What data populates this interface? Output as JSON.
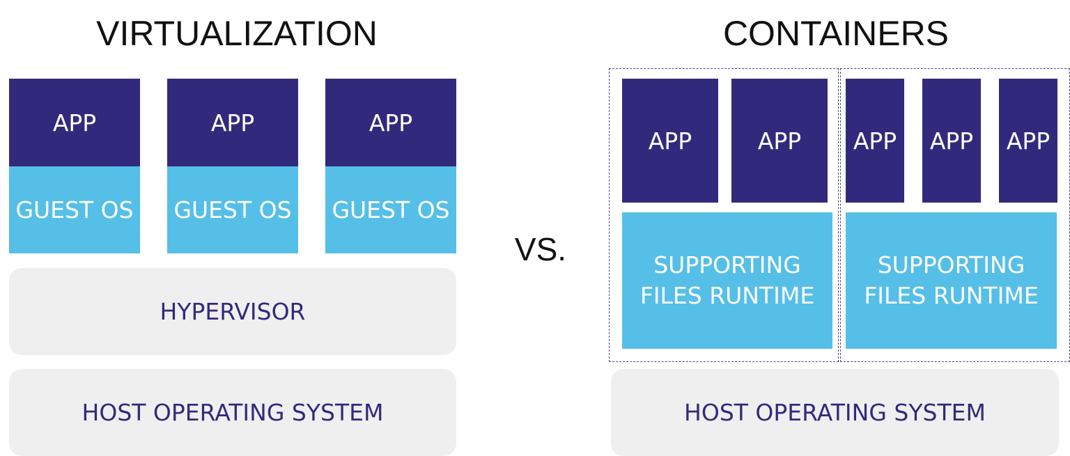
{
  "virtualization": {
    "title": "VIRTUALIZATION",
    "vms": [
      {
        "app": "APP",
        "guest_os": "GUEST OS"
      },
      {
        "app": "APP",
        "guest_os": "GUEST OS"
      },
      {
        "app": "APP",
        "guest_os": "GUEST OS"
      }
    ],
    "hypervisor": "HYPERVISOR",
    "host_os": "HOST OPERATING SYSTEM"
  },
  "vs_label": "VS.",
  "containers": {
    "title": "CONTAINERS",
    "groups": [
      {
        "apps": [
          "APP",
          "APP"
        ],
        "runtime": "SUPPORTING FILES RUNTIME"
      },
      {
        "apps": [
          "APP",
          "APP",
          "APP"
        ],
        "runtime": "SUPPORTING FILES RUNTIME"
      }
    ],
    "host_os": "HOST OPERATING SYSTEM"
  },
  "colors": {
    "app": "#312a7c",
    "guest_os": "#56bfe8",
    "layer": "#efefef",
    "layer_text": "#312a7c"
  }
}
